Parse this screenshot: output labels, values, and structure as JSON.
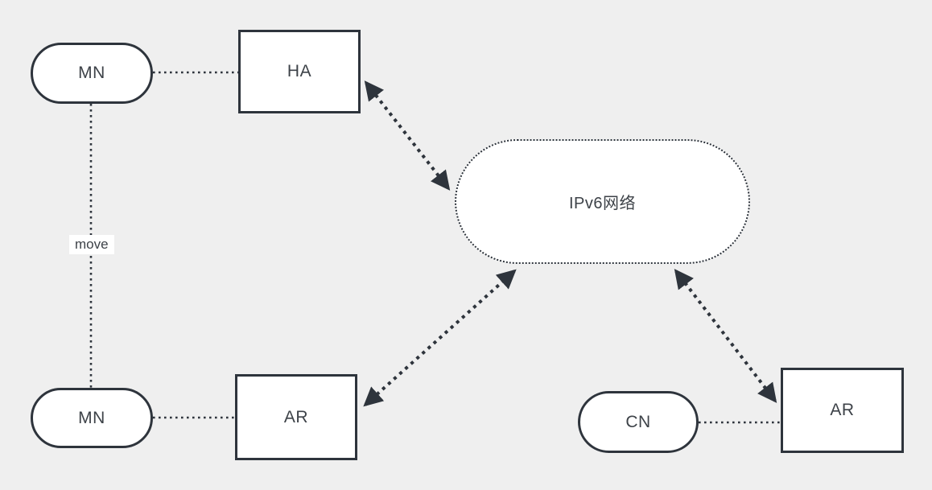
{
  "diagram": {
    "background_color": "#efefef",
    "node_fill_color": "#ffffff",
    "stroke_color": "#2e343c",
    "text_color": "#3d4248",
    "nodes": [
      {
        "id": "mn-top",
        "label": "MN",
        "shape": "stadium"
      },
      {
        "id": "ha",
        "label": "HA",
        "shape": "rectangle"
      },
      {
        "id": "ipv6-network",
        "label": "IPv6网络",
        "shape": "rounded-rectangle-dotted"
      },
      {
        "id": "mn-bottom",
        "label": "MN",
        "shape": "stadium"
      },
      {
        "id": "ar-left",
        "label": "AR",
        "shape": "rectangle"
      },
      {
        "id": "cn",
        "label": "CN",
        "shape": "stadium"
      },
      {
        "id": "ar-right",
        "label": "AR",
        "shape": "rectangle"
      }
    ],
    "edges": [
      {
        "from": "mn-top",
        "to": "ha",
        "style": "dotted-line"
      },
      {
        "from": "mn-top",
        "to": "mn-bottom",
        "style": "dotted-line",
        "label": "move"
      },
      {
        "from": "mn-bottom",
        "to": "ar-left",
        "style": "dotted-line"
      },
      {
        "from": "cn",
        "to": "ar-right",
        "style": "dotted-line"
      },
      {
        "from": "ha",
        "to": "ipv6-network",
        "style": "dotted-double-arrow"
      },
      {
        "from": "ar-left",
        "to": "ipv6-network",
        "style": "dotted-double-arrow"
      },
      {
        "from": "ar-right",
        "to": "ipv6-network",
        "style": "dotted-double-arrow"
      }
    ]
  }
}
